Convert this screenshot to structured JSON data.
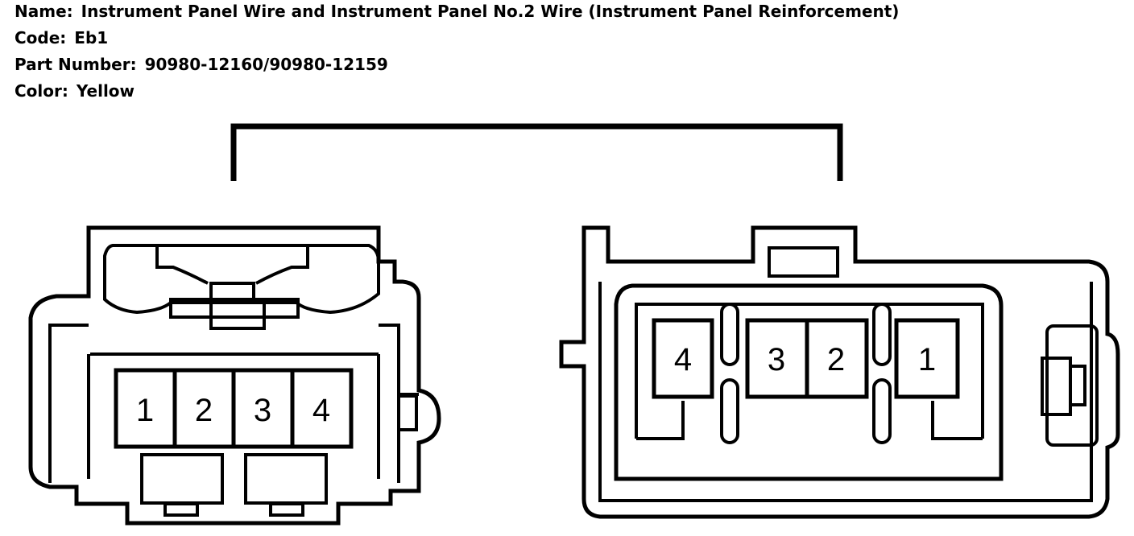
{
  "info": {
    "name_label": "Name:",
    "name_value": "Instrument Panel Wire and Instrument Panel No.2 Wire (Instrument Panel Reinforcement)",
    "code_label": "Code:",
    "code_value": "Eb1",
    "part_label": "Part Number:",
    "part_value": "90980-12160/90980-12159",
    "color_label": "Color:",
    "color_value": "Yellow"
  },
  "left_connector": {
    "pins": [
      "1",
      "2",
      "3",
      "4"
    ]
  },
  "right_connector": {
    "pins": [
      "4",
      "3",
      "2",
      "1"
    ]
  }
}
